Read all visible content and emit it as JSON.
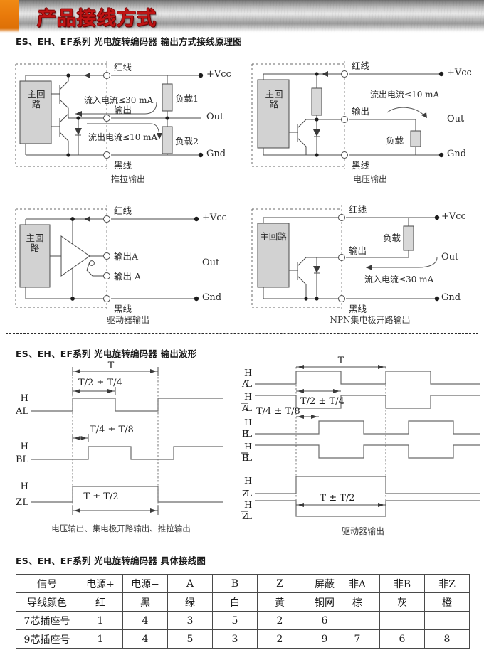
{
  "banner": {
    "title": "产品接线方式",
    "accent_color": "#e8790a",
    "title_color": "#c01414"
  },
  "sections": {
    "circuits_heading": "ES、EH、EF系列 光电旋转编码器 输出方式接线原理图",
    "waveform_heading": "ES、EH、EF系列 光电旋转编码器 输出波形",
    "table_heading": "ES、EH、EF系列 光电旋转编码器 具体接线图"
  },
  "common_labels": {
    "main_circuit": "主回路",
    "red_wire": "红线",
    "black_wire": "黑线",
    "output": "输出",
    "vcc": "+Vcc",
    "out": "Out",
    "gnd": "Gnd",
    "load": "负载"
  },
  "circuits": [
    {
      "id": "push-pull",
      "caption": "推拉输出",
      "block": "主回路",
      "red_wire": "红线",
      "black_wire": "黑线",
      "output": "输出",
      "vcc": "+Vcc",
      "out": "Out",
      "gnd": "Gnd",
      "note_in": "流入电流≤30 mA",
      "note_out": "流出电流≤10 mA",
      "load1": "负载1",
      "load2": "负载2"
    },
    {
      "id": "voltage",
      "caption": "电压输出",
      "block": "主回路",
      "red_wire": "红线",
      "black_wire": "黑线",
      "output": "输出",
      "vcc": "+Vcc",
      "out": "Out",
      "gnd": "Gnd",
      "note_out": "流出电流≤10 mA",
      "load": "负载"
    },
    {
      "id": "driver",
      "caption": "驱动器输出",
      "block": "主回路",
      "red_wire": "红线",
      "black_wire": "黑线",
      "output_a": "输出A",
      "output_na": "输出 A",
      "vcc": "+Vcc",
      "out": "Out",
      "gnd": "Gnd"
    },
    {
      "id": "npn-open-collector",
      "caption": "NPN集电极开路输出",
      "block": "主回路",
      "red_wire": "红线",
      "black_wire": "黑线",
      "output": "输出",
      "vcc": "+Vcc",
      "out": "Out",
      "gnd": "Gnd",
      "note_in": "流入电流≤30 mA",
      "load": "负载"
    }
  ],
  "waveforms": {
    "left": {
      "caption": "电压输出、集电极开路输出、推拉输出",
      "signals": [
        "A",
        "B",
        "Z"
      ],
      "level_high": "H",
      "level_low": "L",
      "dim_period": "T",
      "dim_half": "T/2 ± T/4",
      "dim_quarter": "T/4 ± T/8",
      "dim_z": "T ± T/2"
    },
    "right": {
      "caption": "驱动器输出",
      "signals": [
        "A",
        "A",
        "B",
        "B",
        "Z",
        "Z"
      ],
      "signal_labels": [
        "A",
        "A̅",
        "B",
        "B̅",
        "Z",
        "Z̅"
      ],
      "level_high": "H",
      "level_low": "L",
      "dim_period": "T",
      "dim_half": "T/2 ± T/4",
      "dim_quarter": "T/4 ± T/8",
      "dim_z": "T ± T/2"
    }
  },
  "wiring_table": {
    "rows": [
      {
        "label": "信号",
        "cells": [
          "电源+",
          "电源−",
          "A",
          "B",
          "Z",
          "屏蔽"
        ]
      },
      {
        "label": "导线颜色",
        "cells": [
          "红",
          "黑",
          "绿",
          "白",
          "黄",
          "铜网"
        ]
      },
      {
        "label": "7芯插座号",
        "cells": [
          "1",
          "4",
          "3",
          "5",
          "2",
          "6"
        ]
      },
      {
        "label": "9芯插座号",
        "cells": [
          "1",
          "4",
          "5",
          "3",
          "2",
          "9"
        ]
      }
    ]
  },
  "wiring_table_alt": {
    "rows": [
      {
        "cells": [
          "非A",
          "非B",
          "非Z"
        ]
      },
      {
        "cells": [
          "棕",
          "灰",
          "橙"
        ]
      },
      {
        "cells": [
          "",
          "",
          ""
        ]
      },
      {
        "cells": [
          "7",
          "6",
          "8"
        ]
      }
    ]
  }
}
